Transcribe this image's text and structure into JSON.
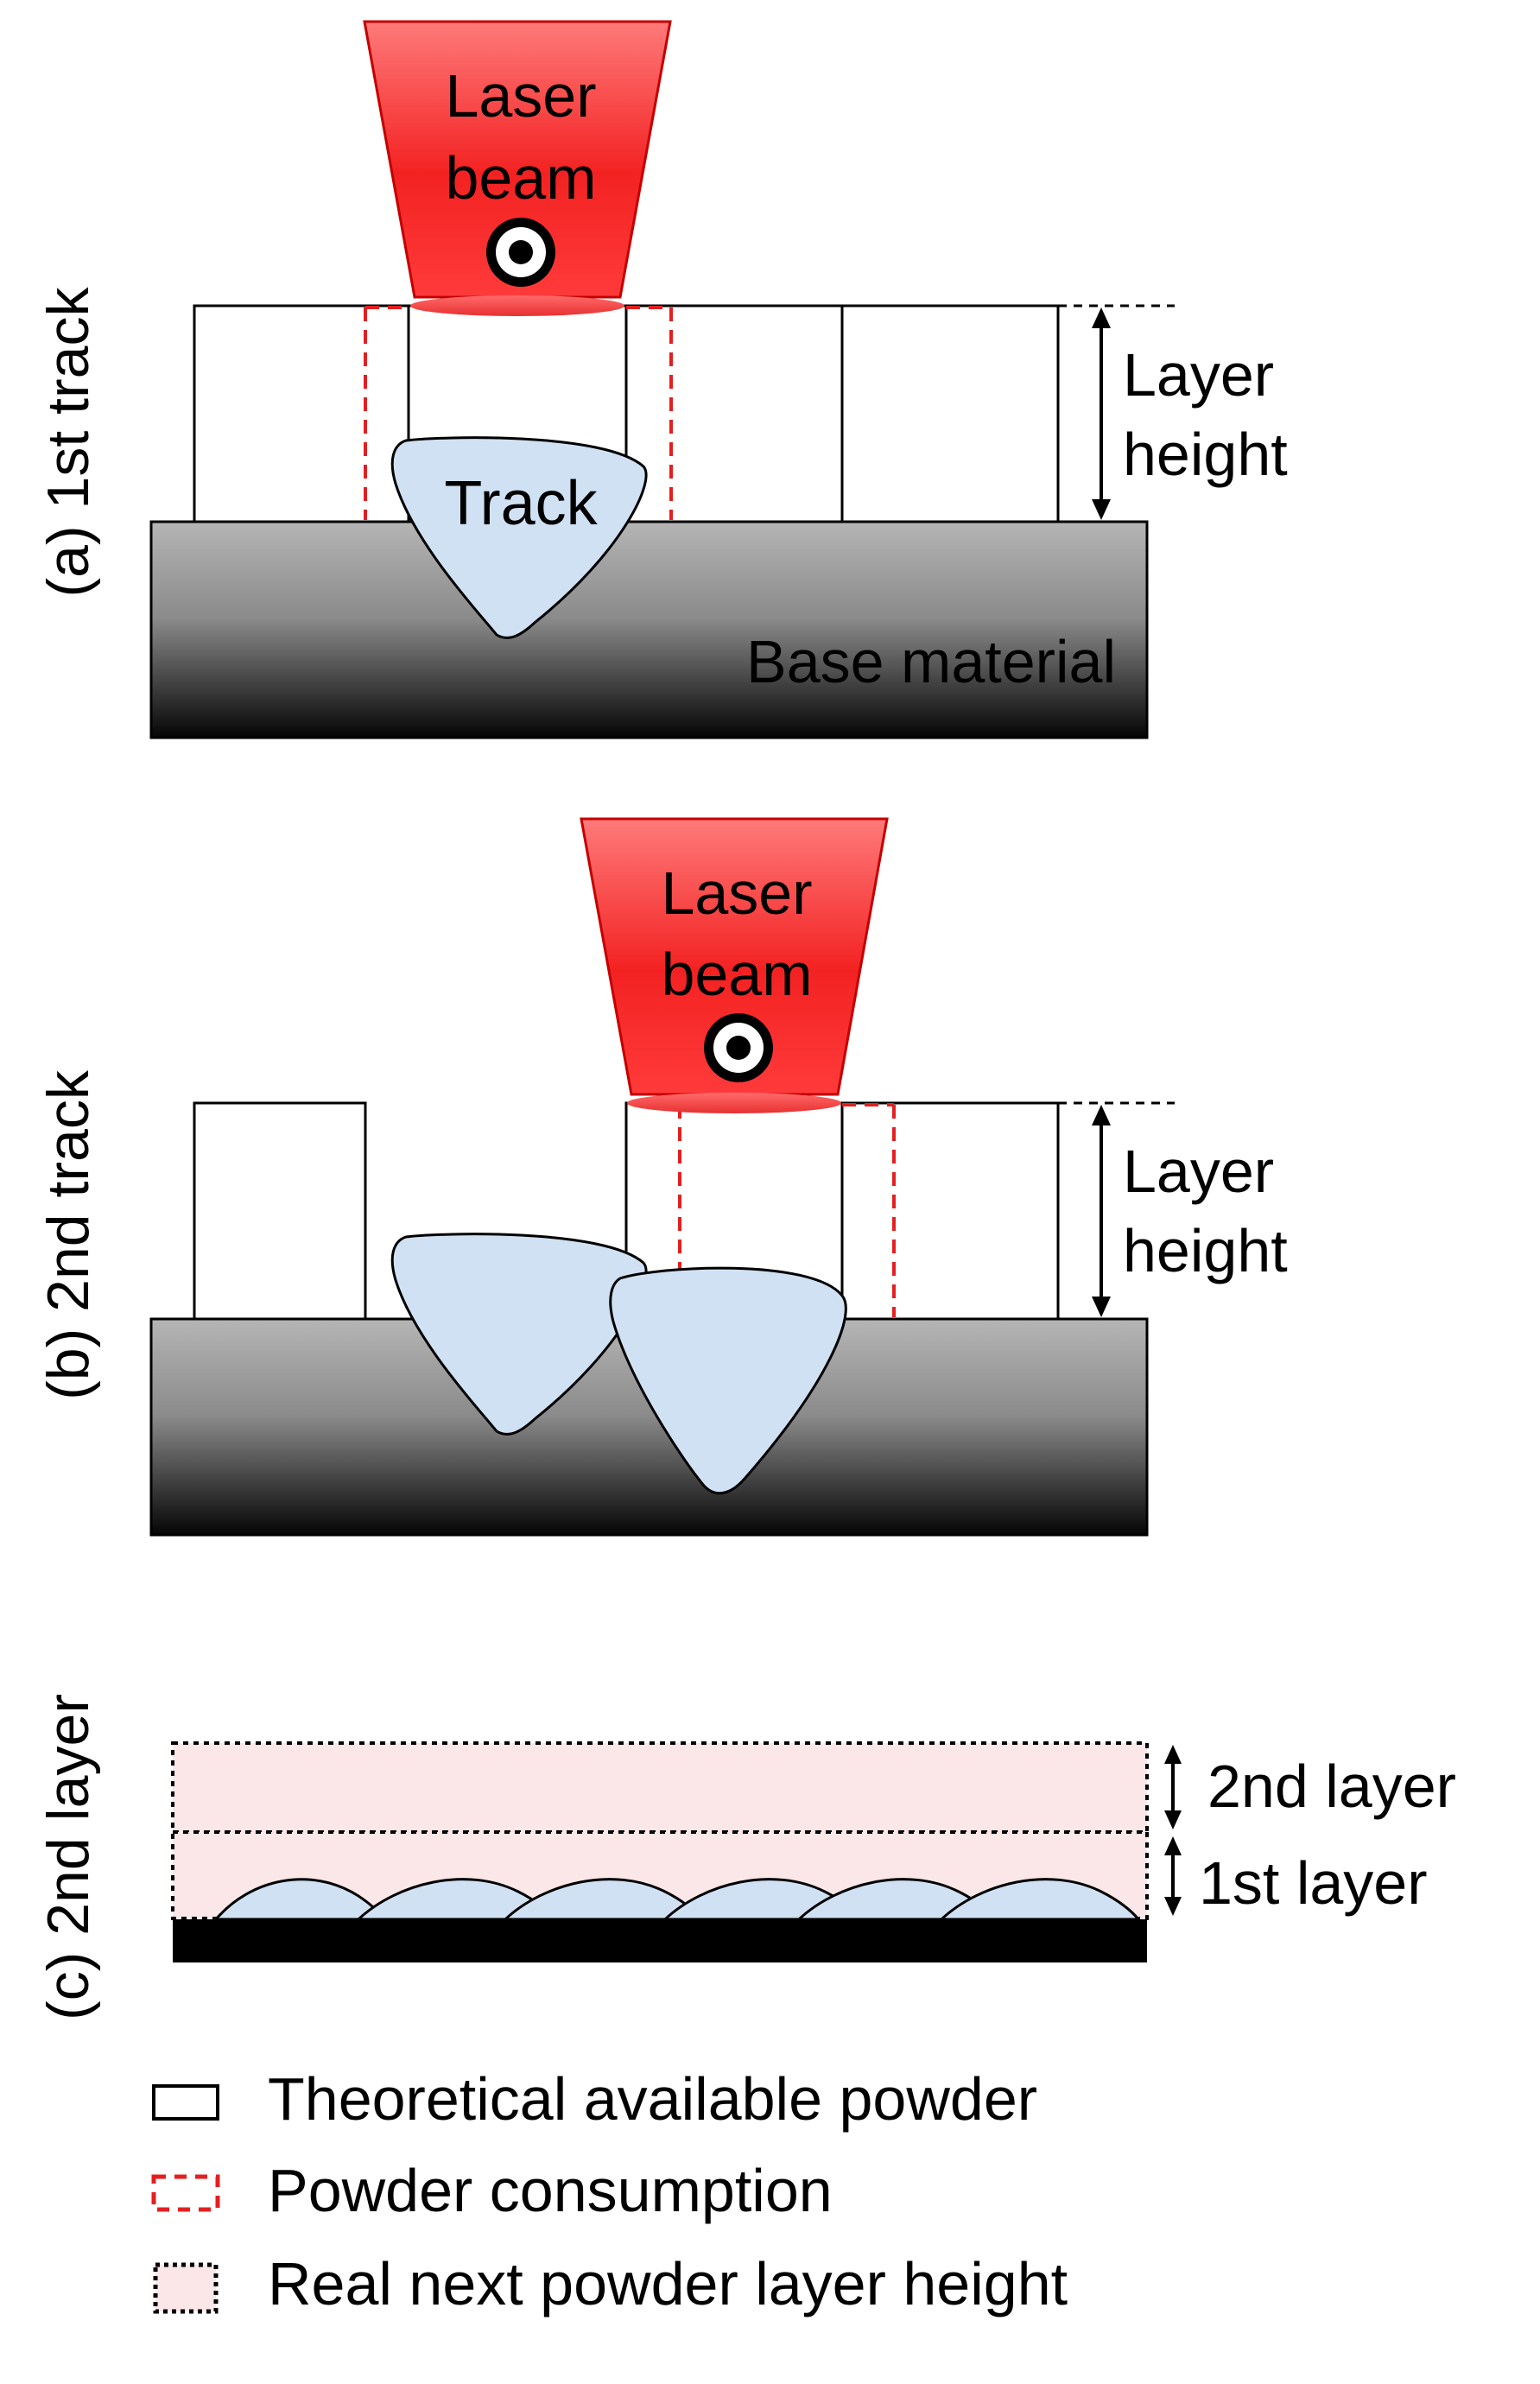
{
  "panels": {
    "a": {
      "side_label": "(a) 1st track",
      "laser_label_line1": "Laser",
      "laser_label_line2": "beam",
      "height_label_line1": "Layer",
      "height_label_line2": "height",
      "track_label": "Track",
      "base_label": "Base material"
    },
    "b": {
      "side_label": "(b) 2nd track",
      "laser_label_line1": "Laser",
      "laser_label_line2": "beam",
      "height_label_line1": "Layer",
      "height_label_line2": "height"
    },
    "c": {
      "side_label": "(c) 2nd layer",
      "upper_layer_label": "2nd layer",
      "lower_layer_label": "1st layer"
    }
  },
  "legend": [
    {
      "marker": "solid-box",
      "label": "Theoretical available powder"
    },
    {
      "marker": "red-dashed-box",
      "label": "Powder consumption"
    },
    {
      "marker": "dotted-pink-box",
      "label": "Real next powder layer height"
    }
  ],
  "colors": {
    "laser_top": "#e8202a",
    "laser_bottom": "#ff8b8b",
    "track_fill": "#cfe0f3",
    "consumption_dash": "#e41f1f",
    "next_layer_fill": "#fbe5e7",
    "base_top": "#a8a8a8",
    "base_bottom": "#050505"
  }
}
